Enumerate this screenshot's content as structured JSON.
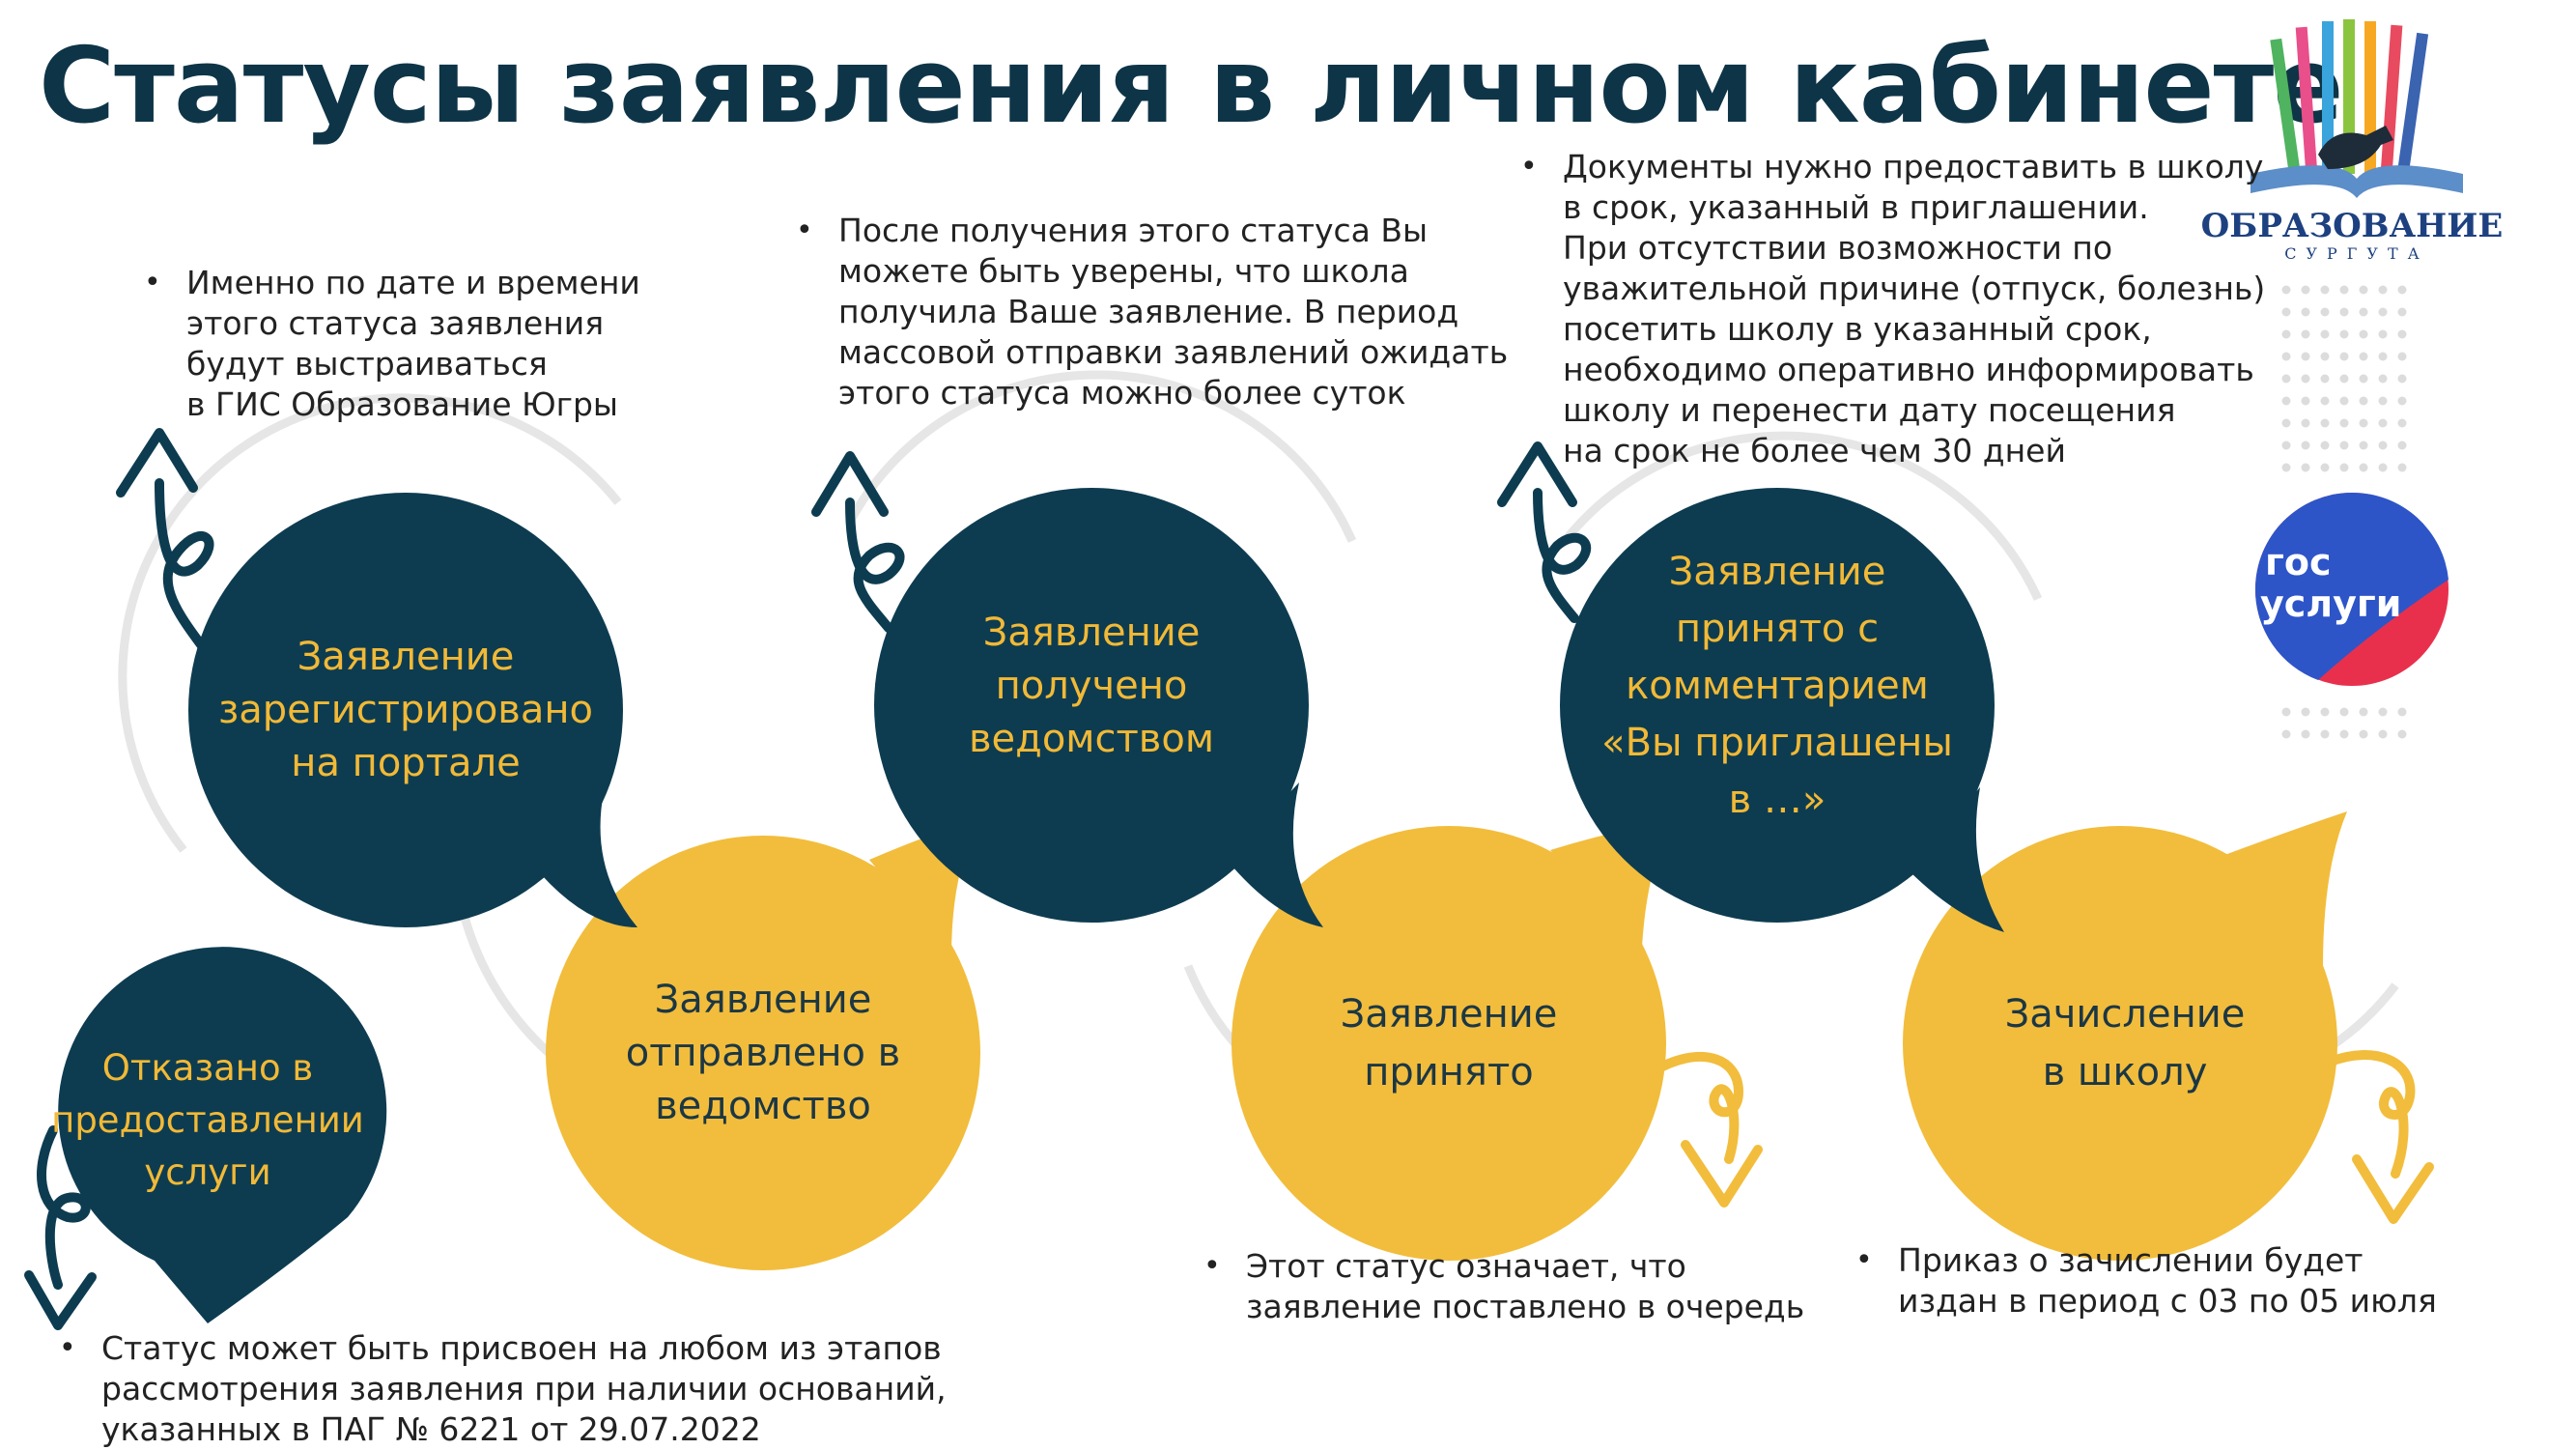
{
  "title": "Статусы заявления в личном кабинете",
  "colors": {
    "dark": "#0d3c51",
    "yellow": "#f2bd3c",
    "title": "#0e3447",
    "track": "#e6e6e6",
    "gos_blue": "#2d55c8",
    "gos_red": "#e8304d"
  },
  "statuses": {
    "registered": [
      "Заявление",
      "зарегистрировано",
      "на портале"
    ],
    "sent": [
      "Заявление",
      "отправлено в",
      "ведомство"
    ],
    "received": [
      "Заявление",
      "получено",
      "ведомством"
    ],
    "accepted": [
      "Заявление",
      "принято"
    ],
    "invited": [
      "Заявление",
      "принято с",
      "комментарием",
      "«Вы приглашены",
      "в …»"
    ],
    "enrolled": [
      "Зачисление",
      "в школу"
    ],
    "refused": [
      "Отказано в",
      "предоставлении",
      "услуги"
    ]
  },
  "notes": {
    "registered": [
      "Именно по дате и времени",
      "этого статуса заявления",
      "будут выстраиваться",
      "в ГИС Образование Югры"
    ],
    "received": [
      "После получения этого статуса Вы",
      "можете быть уверены, что школа",
      "получила Ваше заявление. В период",
      "массовой отправки заявлений ожидать",
      "этого статуса можно более суток"
    ],
    "invited": [
      "Документы нужно предоставить в школу",
      "в срок, указанный в приглашении.",
      "При отсутствии возможности по",
      "уважительной причине (отпуск, болезнь)",
      "посетить школу в указанный срок,",
      "необходимо оперативно информировать",
      "школу и перенести дату посещения",
      "на срок не более чем 30 дней"
    ],
    "accepted": [
      "Этот статус означает, что",
      "заявление поставлено в очередь"
    ],
    "enrolled": [
      "Приказ о зачислении будет",
      "издан в период с 03 по 05 июля"
    ],
    "refused": [
      "Статус может быть присвоен на любом из этапов",
      "рассмотрения заявления при наличии оснований,",
      "указанных в ПАГ № 6221 от 29.07.2022"
    ]
  },
  "bullet": "•",
  "logos": {
    "education": {
      "main": "ОБРАЗОВАНИЕ",
      "sub": "СУРГУТА"
    },
    "gosuslugi": {
      "line1": "гос",
      "line2": "услуги"
    }
  }
}
